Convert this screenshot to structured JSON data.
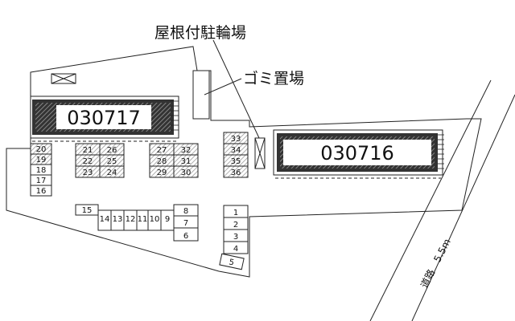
{
  "labels": {
    "bicycle_parking": "屋根付駐輪場",
    "garbage_area": "ゴミ置場",
    "road": "道路　5.5m"
  },
  "buildings": [
    {
      "name": "030717"
    },
    {
      "name": "030716"
    }
  ],
  "parking_slots": {
    "block_a": [
      "20",
      "19",
      "18",
      "17",
      "16"
    ],
    "block_b": [
      "21",
      "26",
      "22",
      "25",
      "23",
      "24"
    ],
    "block_c": [
      "27",
      "32",
      "28",
      "31",
      "29",
      "30"
    ],
    "block_d": [
      "33",
      "34",
      "35",
      "36"
    ],
    "row_bottom": [
      "15",
      "14",
      "13",
      "12",
      "11",
      "10",
      "9"
    ],
    "block_e": [
      "8",
      "7",
      "6"
    ],
    "block_f": [
      "1",
      "2",
      "3",
      "4"
    ],
    "slot_angled": [
      "5"
    ]
  },
  "colors": {
    "line": "#222222",
    "hatch": "#9a9a9a",
    "building_border": "#333333"
  }
}
